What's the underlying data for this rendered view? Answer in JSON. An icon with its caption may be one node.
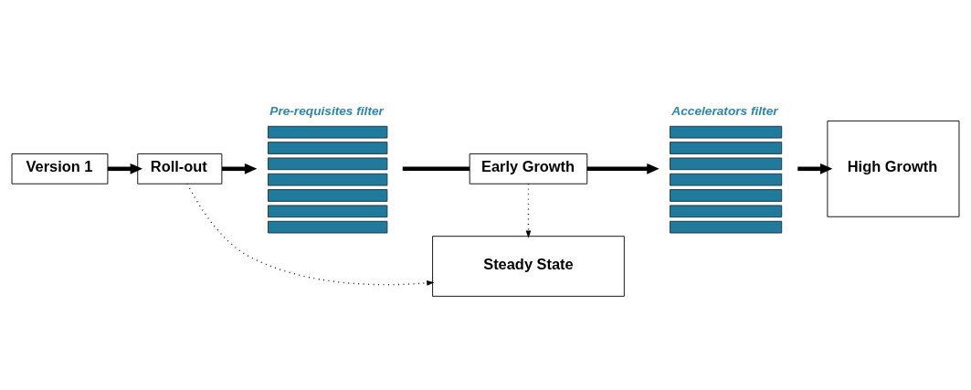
{
  "diagram": {
    "nodes": [
      {
        "text": [
          "Version 1"
        ]
      },
      {
        "text": [
          "Roll-out"
        ]
      },
      {
        "text": [
          "Pre-requisites filter"
        ]
      },
      {
        "text": [
          "Early Growth"
        ]
      },
      {
        "text": [
          "Accelerators filter"
        ]
      },
      {
        "text": [
          "High Growth"
        ]
      },
      {
        "text": [
          "Steady State"
        ]
      }
    ],
    "edges": [
      {
        "from": 0,
        "to": 1,
        "arrow": "to"
      },
      {
        "from": 1,
        "to": 2,
        "arrow": "to"
      },
      {
        "from": 2,
        "to": 3,
        "arrow": "none"
      },
      {
        "from": 3,
        "to": 4,
        "arrow": "to"
      },
      {
        "from": 4,
        "to": 5,
        "arrow": "to"
      },
      {
        "from": 1,
        "to": 6,
        "arrow": "to",
        "style": "dashed"
      },
      {
        "from": 3,
        "to": 6,
        "arrow": "to",
        "style": "dashed"
      }
    ]
  }
}
